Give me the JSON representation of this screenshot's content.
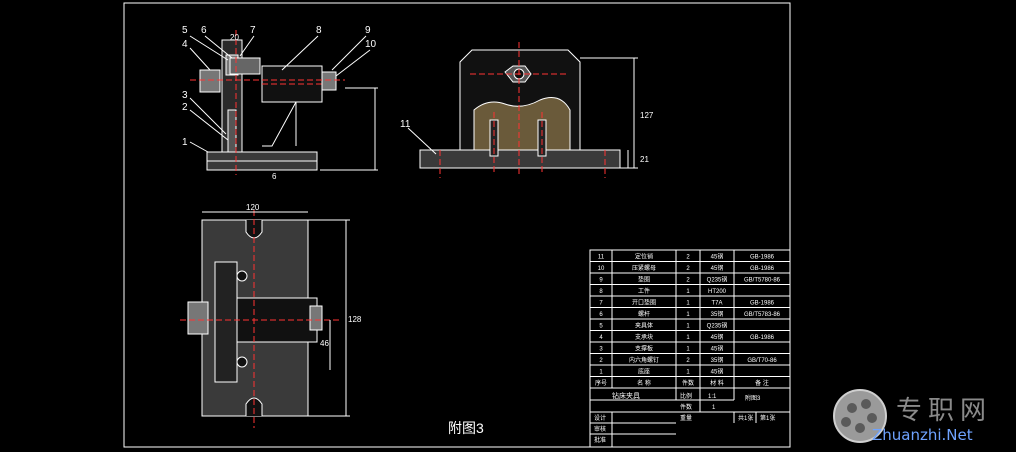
{
  "drawing": {
    "caption": "附图3",
    "part_numbers": [
      "5",
      "6",
      "7",
      "8",
      "9",
      "10",
      "4",
      "3",
      "2",
      "1",
      "11"
    ],
    "dimensions": {
      "top_width": "20",
      "base_offset": "6",
      "height_right": "127",
      "height_small": "21",
      "plan_width": "120",
      "plan_height": "128",
      "plan_center": "46"
    }
  },
  "title_block": {
    "bom_rows": [
      {
        "no": "11",
        "name": "定位销",
        "qty": "2",
        "mat": "45钢",
        "std": "GB-1986"
      },
      {
        "no": "10",
        "name": "压紧螺母",
        "qty": "2",
        "mat": "45钢",
        "std": "GB-1986"
      },
      {
        "no": "9",
        "name": "垫圈",
        "qty": "2",
        "mat": "Q235钢",
        "std": "GB/T5780-86"
      },
      {
        "no": "8",
        "name": "工件",
        "qty": "1",
        "mat": "HT200",
        "std": ""
      },
      {
        "no": "7",
        "name": "开口垫圈",
        "qty": "1",
        "mat": "T7A",
        "std": "GB-1986"
      },
      {
        "no": "6",
        "name": "螺杆",
        "qty": "1",
        "mat": "35钢",
        "std": "GB/T5783-86"
      },
      {
        "no": "5",
        "name": "夹具体",
        "qty": "1",
        "mat": "Q235钢",
        "std": ""
      },
      {
        "no": "4",
        "name": "支承块",
        "qty": "1",
        "mat": "45钢",
        "std": "GB-1986"
      },
      {
        "no": "3",
        "name": "支撑板",
        "qty": "1",
        "mat": "45钢",
        "std": ""
      },
      {
        "no": "2",
        "name": "内六角螺钉",
        "qty": "2",
        "mat": "35钢",
        "std": "GB/T70-86"
      },
      {
        "no": "1",
        "name": "底座",
        "qty": "1",
        "mat": "45钢",
        "std": ""
      }
    ],
    "header": {
      "no": "序号",
      "name": "名  称",
      "qty": "件数",
      "mat": "材  料",
      "std": "备  注"
    },
    "title": "钻床夹具",
    "scale_label": "比例",
    "scale_value": "1:1",
    "count_label": "件数",
    "count_value": "1",
    "drawing_no": "附图3",
    "design_label": "设计",
    "check_label": "审核",
    "approve_label": "批准",
    "weight_label": "重量",
    "sheet_label": "共1张",
    "page_label": "第1张"
  },
  "watermark": {
    "cn": "专职网",
    "en": "Zhuanzhi.Net"
  }
}
